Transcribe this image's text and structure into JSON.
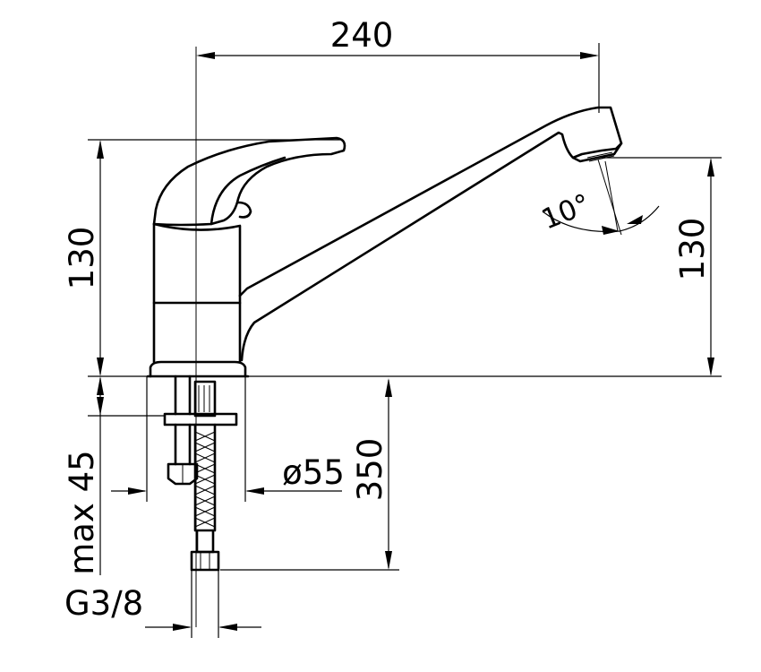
{
  "dimensions": {
    "width_top": "240",
    "height_left": "130",
    "height_right": "130",
    "below_deck_length": "350",
    "max_thickness": "max 45",
    "mount_hole_diameter": "ø55",
    "connection_thread": "G3/8",
    "spout_angle": "10°"
  }
}
